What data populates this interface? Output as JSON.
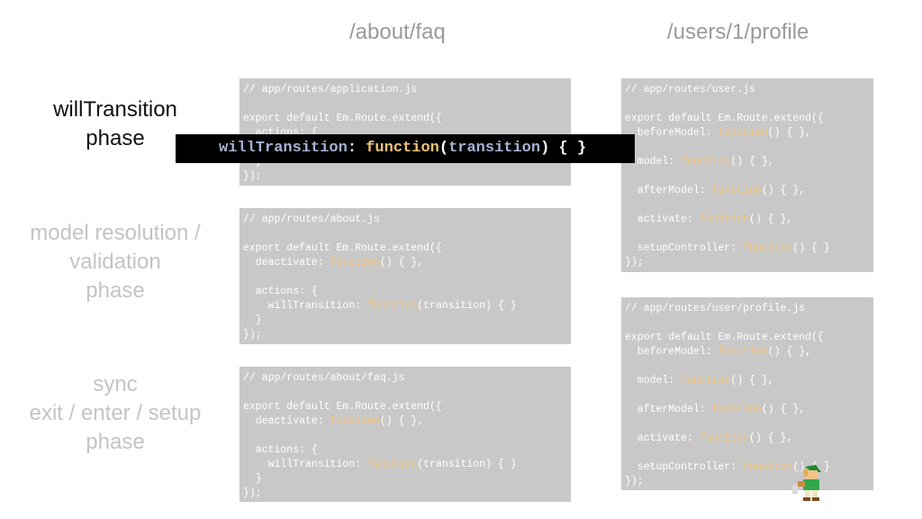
{
  "headings": {
    "col1": "/about/faq",
    "col2": "/users/1/profile"
  },
  "phases": {
    "will_transition": [
      "willTransition",
      "phase"
    ],
    "model_resolution": [
      "model resolution /",
      "validation",
      "phase"
    ],
    "sync": [
      "sync",
      "exit / enter / setup",
      "phase"
    ]
  },
  "code": {
    "application": [
      "// app/routes/application.js",
      "",
      "export default Em.Route.extend({",
      "  actions: {",
      "",
      "  }",
      "});"
    ],
    "about": [
      "// app/routes/about.js",
      "",
      "export default Em.Route.extend({",
      "  deactivate: function() { },",
      "",
      "  actions: {",
      "    willTransition: function(transition) { }",
      "  }",
      "});"
    ],
    "faq": [
      "// app/routes/about/faq.js",
      "",
      "export default Em.Route.extend({",
      "  deactivate: function() { },",
      "",
      "  actions: {",
      "    willTransition: function(transition) { }",
      "  }",
      "});"
    ],
    "user": [
      "// app/routes/user.js",
      "",
      "export default Em.Route.extend({",
      "  beforeModel: function() { },",
      "",
      "  model: function() { },",
      "",
      "  afterModel: function() { },",
      "",
      "  activate: function() { },",
      "",
      "  setupController: function() { }",
      "});"
    ],
    "user_profile": [
      "// app/routes/user/profile.js",
      "",
      "export default Em.Route.extend({",
      "  beforeModel: function() { },",
      "",
      "  model: function() { },",
      "",
      "  afterModel: function() { },",
      "",
      "  activate: function() { },",
      "",
      "  setupController: function() { }",
      "});"
    ]
  },
  "overlay": {
    "name": "willTransition",
    "sep": ": ",
    "fn": "function",
    "open": "(",
    "param": "transition",
    "close": ") { }"
  },
  "colors": {
    "box_bg": "#c8c8c8",
    "active_phase": "#111111",
    "inactive_phase": "#c4c4c4",
    "keyword": "#f3c47a"
  },
  "sprite": "link-sprite-icon"
}
